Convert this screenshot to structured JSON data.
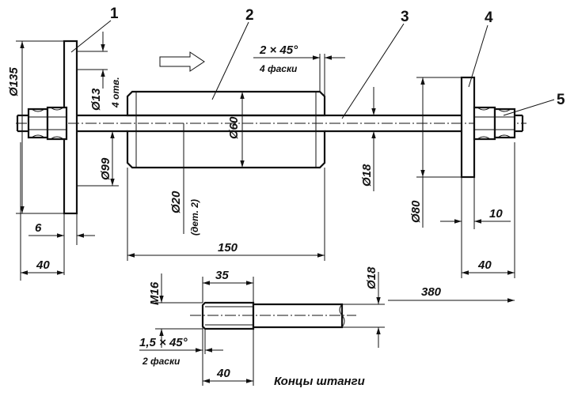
{
  "callouts": [
    "1",
    "2",
    "3",
    "4",
    "5"
  ],
  "dimensions": {
    "d135": "Ø135",
    "d13": "Ø13",
    "holes": "4 отв.",
    "d99": "Ø99",
    "t6": "6",
    "w40_left": "40",
    "d60": "Ø60",
    "d20": "Ø20",
    "det2": "(дет. 2)",
    "len150": "150",
    "chamfer_main": "2 × 45°",
    "chamfer_main_count": "4 фаски",
    "d18_shaft": "Ø18",
    "d80": "Ø80",
    "t10": "10",
    "w40_right": "40",
    "m16": "M16",
    "len35": "35",
    "d18_end": "Ø18",
    "len380": "380",
    "chamfer_end": "1,5 × 45°",
    "chamfer_end_count": "2 фаски",
    "len40_end": "40"
  },
  "caption": "Концы штанги"
}
